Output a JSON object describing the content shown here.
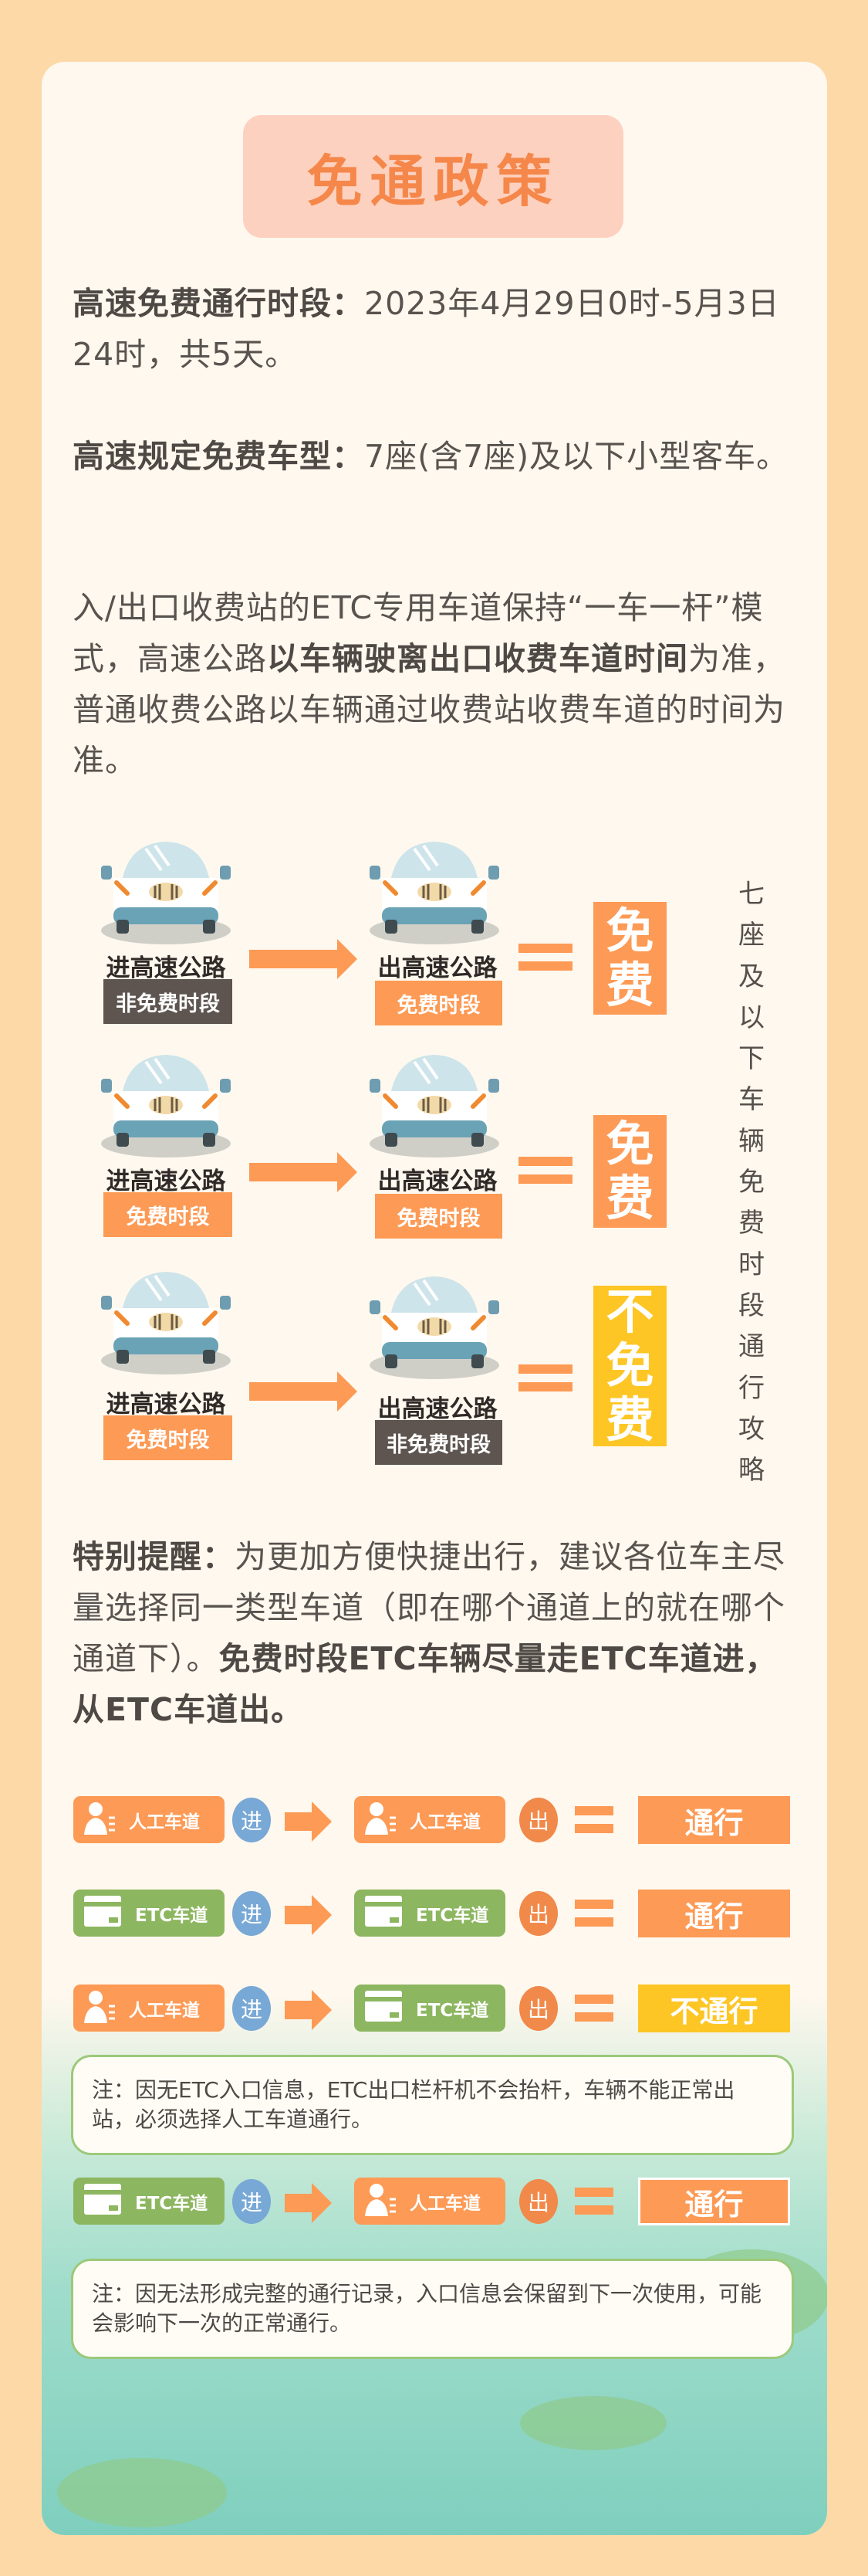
{
  "title": "免通政策",
  "paragraphs": [
    [
      {
        "t": "高速免费通行时段：",
        "b": true
      },
      {
        "t": "2023年4月29日0时-5月3日24时，共5天。",
        "b": false
      }
    ],
    [
      {
        "t": "高速规定免费车型：",
        "b": true
      },
      {
        "t": "7座(含7座)及以下小型客车。",
        "b": false
      }
    ],
    [
      {
        "t": "入/出口收费站的ETC专用车道保持“一车一杆”模式，高速公路",
        "b": false
      },
      {
        "t": "以车辆驶离出口收费车道时间",
        "b": true
      },
      {
        "t": "为准，普通收费公路以车辆通过收费站收费车道的时间为准。",
        "b": false
      }
    ]
  ],
  "diagram": {
    "enter_label": "进高速公路",
    "exit_label": "出高速公路",
    "rows": [
      {
        "enter_period": "非免费时段",
        "enter_free": false,
        "exit_period": "免费时段",
        "exit_free": true,
        "result": "免费",
        "result_color": "#FD9A55"
      },
      {
        "enter_period": "免费时段",
        "enter_free": true,
        "exit_period": "免费时段",
        "exit_free": true,
        "result": "免费",
        "result_color": "#FD9A55"
      },
      {
        "enter_period": "免费时段",
        "enter_free": true,
        "exit_period": "非免费时段",
        "exit_free": false,
        "result": "不免费",
        "result_color": "#FDC625"
      }
    ],
    "side_caption": "七座及以下车辆免费时段通行攻略"
  },
  "reminder": [
    {
      "t": "特别提醒：",
      "b": true
    },
    {
      "t": "为更加方便快捷出行，建议各位车主尽量选择同一类型车道（即在哪个通道上的就在哪个通道下）。",
      "b": false
    },
    {
      "t": "免费时段ETC车辆尽量走ETC车道进，从ETC车道出。",
      "b": true
    }
  ],
  "lanes": {
    "enter": "进",
    "exit": "出",
    "manual": "人工车道",
    "etc": "ETC车道",
    "rows": [
      {
        "in": "manual",
        "out": "manual",
        "result": "通行",
        "result_color": "#FD9A55"
      },
      {
        "in": "etc",
        "out": "etc",
        "result": "通行",
        "result_color": "#FD9A55"
      },
      {
        "in": "manual",
        "out": "etc",
        "result": "不通行",
        "result_color": "#FDC625",
        "note": "注：因无ETC入口信息，ETC出口栏杆机不会抬杆，车辆不能正常出站，必须选择人工车道通行。"
      },
      {
        "in": "etc",
        "out": "manual",
        "result": "通行",
        "result_color": "#FD9A55",
        "note": "注：因无法形成完整的通行记录，入口信息会保留到下一次使用，可能会影响下一次的正常通行。"
      }
    ]
  },
  "colors": {
    "accent": "#FD9A55",
    "title": "#F5874A",
    "yellow": "#FDC625",
    "green": "#8DB660",
    "dark": "#5E5550"
  }
}
